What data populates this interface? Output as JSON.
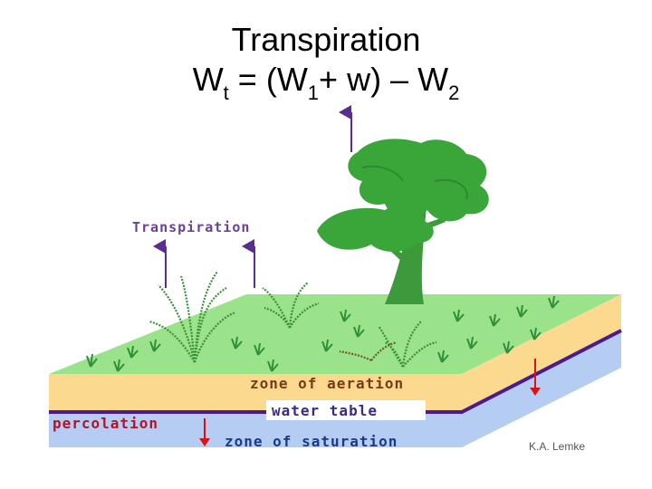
{
  "title": {
    "line1": "Transpiration",
    "eq_w": "W",
    "eq_t_sub": "t",
    "eq_mid": " = (W",
    "eq_1_sub": "1",
    "eq_plus": "+ w) – W",
    "eq_2_sub": "2"
  },
  "labels": {
    "transpiration": "Transpiration",
    "zone_aeration": "zone of aeration",
    "water_table": "water table",
    "percolation": "percolation",
    "zone_saturation": "zone of saturation",
    "credit": "K.A. Lemke"
  },
  "colors": {
    "ground": "#9be38a",
    "aeration": "#fbd98e",
    "saturation": "#b5cdf2",
    "water_table": "#4b1a8f",
    "transpiration_arrow": "#5a2d91",
    "percolation_arrow": "#dd1111",
    "tree": "#3aa63a",
    "trunk": "#3c9a3c",
    "text_label": "#7a3a1a",
    "text_water": "#3a2a8a",
    "text_percolation": "#b3122a"
  },
  "icons": [
    "tree-icon",
    "grass-tuft-icon",
    "fern-icon"
  ]
}
